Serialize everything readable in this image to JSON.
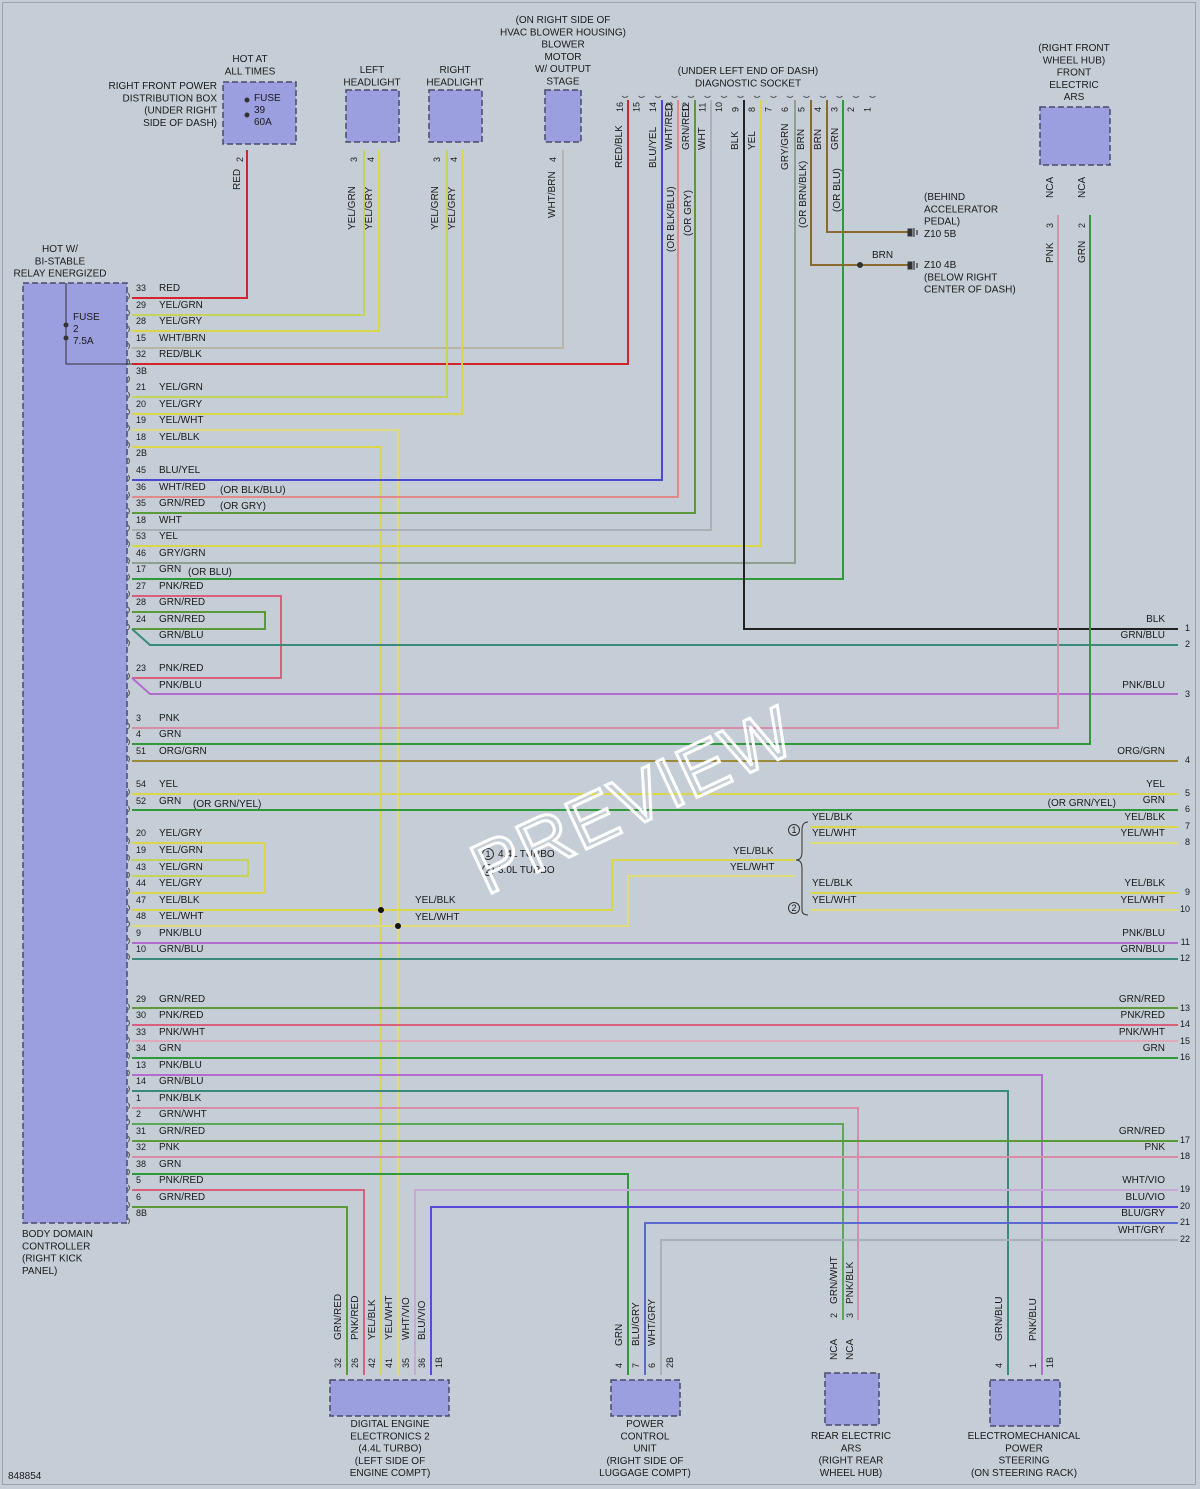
{
  "image_id": "848854",
  "watermark": "PREVIEW",
  "colors": {
    "background": "#c5ced7",
    "connector_fill": "#9b9fe0",
    "connector_border": "#4a4a6a",
    "RED": "#d4222e",
    "YEL": "#d9d64a",
    "GRN": "#2e9a3a",
    "BLU": "#3a3ad0",
    "WHT": "#a9b0b6",
    "PNK": "#d98ca8",
    "BRN": "#8a6a2c",
    "BLK": "#222222",
    "GRY": "#8e8e8e",
    "VIO": "#b36ad1",
    "ORG": "#e07a2a"
  },
  "components": {
    "bdc": {
      "label": [
        "BODY DOMAIN",
        "CONTROLLER",
        "(RIGHT KICK",
        "PANEL)"
      ],
      "hot_label": [
        "HOT W/",
        "BI-STABLE",
        "RELAY ENERGIZED"
      ],
      "fuse": [
        "FUSE",
        "2",
        "7.5A"
      ]
    },
    "pdb": {
      "label": [
        "RIGHT FRONT POWER",
        "DISTRIBUTION BOX",
        "(UNDER RIGHT",
        "SIDE OF DASH)"
      ],
      "hot_label": [
        "HOT AT",
        "ALL TIMES"
      ],
      "fuse": [
        "FUSE",
        "39",
        "60A"
      ]
    },
    "left_headlight": {
      "label": [
        "LEFT",
        "HEADLIGHT"
      ]
    },
    "right_headlight": {
      "label": [
        "RIGHT",
        "HEADLIGHT"
      ]
    },
    "blower": {
      "label": [
        "(ON RIGHT SIDE OF",
        "HVAC BLOWER HOUSING)",
        "BLOWER",
        "MOTOR",
        "W/ OUTPUT",
        "STAGE"
      ]
    },
    "diag": {
      "label": [
        "(UNDER LEFT END OF DASH)",
        "DIAGNOSTIC SOCKET"
      ],
      "pins": [
        "16",
        "15",
        "14",
        "13",
        "12",
        "11",
        "10",
        "9",
        "8",
        "7",
        "6",
        "5",
        "4",
        "3",
        "2",
        "1"
      ]
    },
    "front_ars": {
      "label": [
        "(RIGHT FRONT",
        "WHEEL HUB)",
        "FRONT",
        "ELECTRIC",
        "ARS"
      ]
    },
    "ground1": {
      "label": [
        "(BEHIND",
        "ACCELERATOR",
        "PEDAL)",
        "Z10 5B"
      ]
    },
    "ground2": {
      "label": [
        "Z10 4B",
        "(BELOW RIGHT",
        "CENTER OF DASH)"
      ]
    },
    "dme": {
      "label": [
        "DIGITAL ENGINE",
        "ELECTRONICS 2",
        "(4.4L TURBO)",
        "(LEFT SIDE OF",
        "ENGINE COMPT)"
      ]
    },
    "pcu": {
      "label": [
        "POWER",
        "CONTROL",
        "UNIT",
        "(RIGHT SIDE OF",
        "LUGGAGE COMPT)"
      ]
    },
    "rear_ars": {
      "label": [
        "REAR ELECTRIC",
        "ARS",
        "(RIGHT REAR",
        "WHEEL HUB)"
      ]
    },
    "eps": {
      "label": [
        "ELECTROMECHANICAL",
        "POWER",
        "STEERING",
        "(ON STEERING RACK)"
      ]
    }
  },
  "legend": [
    {
      "num": "1",
      "text": "4.4L TURBO"
    },
    {
      "num": "2",
      "text": "3.0L TURBO"
    }
  ],
  "bdc_pins": [
    {
      "pin": "33",
      "wire": "RED"
    },
    {
      "pin": "29",
      "wire": "YEL/GRN"
    },
    {
      "pin": "28",
      "wire": "YEL/GRY"
    },
    {
      "pin": "15",
      "wire": "WHT/BRN"
    },
    {
      "pin": "32",
      "wire": "RED/BLK"
    },
    {
      "pin": "3B",
      "wire": ""
    },
    {
      "pin": "21",
      "wire": "YEL/GRN"
    },
    {
      "pin": "20",
      "wire": "YEL/GRY"
    },
    {
      "pin": "19",
      "wire": "YEL/WHT"
    },
    {
      "pin": "18",
      "wire": "YEL/BLK"
    },
    {
      "pin": "2B",
      "wire": ""
    },
    {
      "pin": "45",
      "wire": "BLU/YEL"
    },
    {
      "pin": "36",
      "wire": "WHT/RED",
      "alt": "(OR BLK/BLU)"
    },
    {
      "pin": "35",
      "wire": "GRN/RED",
      "alt": "(OR GRY)"
    },
    {
      "pin": "18",
      "wire": "WHT"
    },
    {
      "pin": "53",
      "wire": "YEL"
    },
    {
      "pin": "46",
      "wire": "GRY/GRN"
    },
    {
      "pin": "17",
      "wire": "GRN",
      "alt": "(OR BLU)"
    },
    {
      "pin": "27",
      "wire": "PNK/RED"
    },
    {
      "pin": "28",
      "wire": "GRN/RED"
    },
    {
      "pin": "24",
      "wire": "GRN/RED"
    },
    {
      "pin": "",
      "wire": "GRN/BLU"
    },
    {
      "pin": "23",
      "wire": "PNK/RED"
    },
    {
      "pin": "",
      "wire": "PNK/BLU"
    },
    {
      "pin": "3",
      "wire": "PNK"
    },
    {
      "pin": "4",
      "wire": "GRN"
    },
    {
      "pin": "51",
      "wire": "ORG/GRN"
    },
    {
      "pin": "54",
      "wire": "YEL"
    },
    {
      "pin": "52",
      "wire": "GRN",
      "alt": "(OR GRN/YEL)"
    },
    {
      "pin": "20",
      "wire": "YEL/GRY"
    },
    {
      "pin": "19",
      "wire": "YEL/GRN"
    },
    {
      "pin": "43",
      "wire": "YEL/GRN"
    },
    {
      "pin": "44",
      "wire": "YEL/GRY"
    },
    {
      "pin": "47",
      "wire": "YEL/BLK"
    },
    {
      "pin": "48",
      "wire": "YEL/WHT"
    },
    {
      "pin": "9",
      "wire": "PNK/BLU"
    },
    {
      "pin": "10",
      "wire": "GRN/BLU"
    },
    {
      "pin": "29",
      "wire": "GRN/RED"
    },
    {
      "pin": "30",
      "wire": "PNK/RED"
    },
    {
      "pin": "33",
      "wire": "PNK/WHT"
    },
    {
      "pin": "34",
      "wire": "GRN"
    },
    {
      "pin": "13",
      "wire": "PNK/BLU"
    },
    {
      "pin": "14",
      "wire": "GRN/BLU"
    },
    {
      "pin": "1",
      "wire": "PNK/BLK"
    },
    {
      "pin": "2",
      "wire": "GRN/WHT"
    },
    {
      "pin": "31",
      "wire": "GRN/RED"
    },
    {
      "pin": "32",
      "wire": "PNK"
    },
    {
      "pin": "38",
      "wire": "GRN"
    },
    {
      "pin": "5",
      "wire": "PNK/RED"
    },
    {
      "pin": "6",
      "wire": "GRN/RED"
    },
    {
      "pin": "8B",
      "wire": ""
    }
  ],
  "right_edge": [
    {
      "num": "1",
      "wire": "BLK"
    },
    {
      "num": "2",
      "wire": "GRN/BLU"
    },
    {
      "num": "3",
      "wire": "PNK/BLU"
    },
    {
      "num": "4",
      "wire": "ORG/GRN"
    },
    {
      "num": "5",
      "wire": "YEL"
    },
    {
      "num": "6",
      "wire": "GRN",
      "alt": "(OR GRN/YEL)"
    },
    {
      "num": "7",
      "wire": "YEL/BLK"
    },
    {
      "num": "8",
      "wire": "YEL/WHT"
    },
    {
      "num": "9",
      "wire": "YEL/BLK"
    },
    {
      "num": "10",
      "wire": "YEL/WHT"
    },
    {
      "num": "11",
      "wire": "PNK/BLU"
    },
    {
      "num": "12",
      "wire": "GRN/BLU"
    },
    {
      "num": "13",
      "wire": "GRN/RED"
    },
    {
      "num": "14",
      "wire": "PNK/RED"
    },
    {
      "num": "15",
      "wire": "PNK/WHT"
    },
    {
      "num": "16",
      "wire": "GRN"
    },
    {
      "num": "17",
      "wire": "GRN/RED"
    },
    {
      "num": "18",
      "wire": "PNK"
    },
    {
      "num": "19",
      "wire": "WHT/VIO"
    },
    {
      "num": "20",
      "wire": "BLU/VIO"
    },
    {
      "num": "21",
      "wire": "BLU/GRY"
    },
    {
      "num": "22",
      "wire": "WHT/GRY"
    }
  ],
  "top_wires": [
    {
      "pin": "2",
      "wire": "RED"
    },
    {
      "pin": "3",
      "wire": "YEL/GRN"
    },
    {
      "pin": "4",
      "wire": "YEL/GRY"
    },
    {
      "pin": "3",
      "wire": "YEL/GRN"
    },
    {
      "pin": "4",
      "wire": "YEL/GRY"
    },
    {
      "pin": "4",
      "wire": "WHT/BRN"
    },
    {
      "pin": "16",
      "wire": "RED/BLK"
    },
    {
      "pin": "14",
      "wire": "BLU/YEL"
    },
    {
      "pin": "13",
      "wire": "WHT/RED",
      "alt": "(OR BLK/BLU)"
    },
    {
      "pin": "12",
      "wire": "GRN/RED",
      "alt": "(OR GRY)"
    },
    {
      "pin": "11",
      "wire": "WHT"
    },
    {
      "pin": "9",
      "wire": "BLK"
    },
    {
      "pin": "8",
      "wire": "YEL"
    },
    {
      "pin": "6",
      "wire": "GRY/GRN"
    },
    {
      "pin": "5",
      "wire": "BRN",
      "alt": "(OR BRN/BLK)"
    },
    {
      "pin": "4",
      "wire": "BRN"
    },
    {
      "pin": "3",
      "wire": "GRN",
      "alt": "(OR BLU)"
    },
    {
      "pin": "3",
      "wire": "PNK",
      "nca": "NCA"
    },
    {
      "pin": "2",
      "wire": "GRN",
      "nca": "NCA"
    },
    {
      "pin": "",
      "wire": "BRN"
    }
  ],
  "middle_labels": [
    "YEL/BLK",
    "YEL/WHT",
    "YEL/BLK",
    "YEL/WHT",
    "YEL/BLK",
    "YEL/WHT",
    "YEL/BLK",
    "YEL/WHT"
  ],
  "bottom_connectors": {
    "dme": [
      {
        "pin": "32",
        "wire": "GRN/RED"
      },
      {
        "pin": "26",
        "wire": "PNK/RED"
      },
      {
        "pin": "42",
        "wire": "YEL/BLK"
      },
      {
        "pin": "41",
        "wire": "YEL/WHT"
      },
      {
        "pin": "35",
        "wire": "WHT/VIO"
      },
      {
        "pin": "36",
        "wire": "BLU/VIO"
      },
      {
        "pin": "1B",
        "wire": ""
      }
    ],
    "pcu": [
      {
        "pin": "4",
        "wire": "GRN"
      },
      {
        "pin": "7",
        "wire": "BLU/GRY"
      },
      {
        "pin": "6",
        "wire": "WHT/GRY"
      },
      {
        "pin": "2B",
        "wire": ""
      }
    ],
    "rear_ars": [
      {
        "pin": "2",
        "wire": "GRN/WHT",
        "nca": "NCA"
      },
      {
        "pin": "3",
        "wire": "PNK/BLK",
        "nca": "NCA"
      }
    ],
    "eps": [
      {
        "pin": "4",
        "wire": "GRN/BLU"
      },
      {
        "pin": "1",
        "wire": "PNK/BLU"
      },
      {
        "pin": "1B",
        "wire": ""
      }
    ]
  }
}
